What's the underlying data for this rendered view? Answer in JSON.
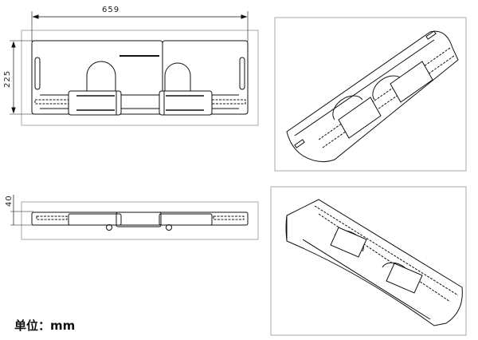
{
  "dimensions": {
    "width": "659",
    "height": "225",
    "thickness": "40"
  },
  "unit_label": "单位：mm",
  "colors": {
    "line": "#111111",
    "frame": "#aaaaaa"
  }
}
